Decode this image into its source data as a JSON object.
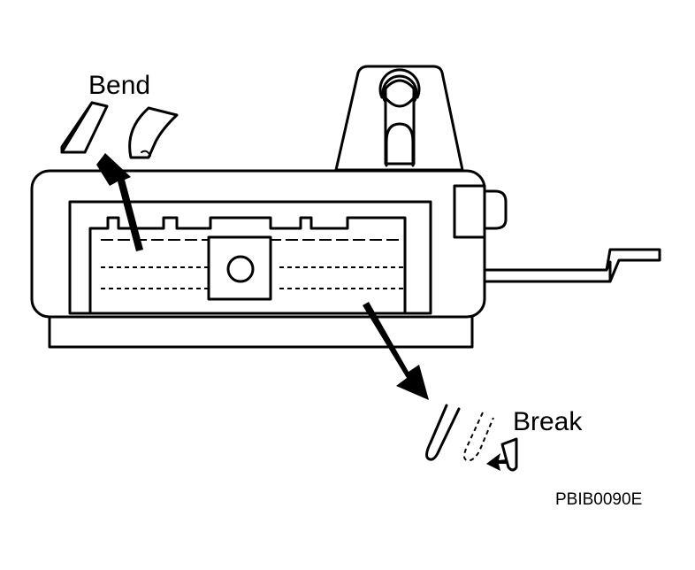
{
  "labels": {
    "bend": "Bend",
    "break": "Break",
    "figure_code": "PBIB0090E"
  }
}
